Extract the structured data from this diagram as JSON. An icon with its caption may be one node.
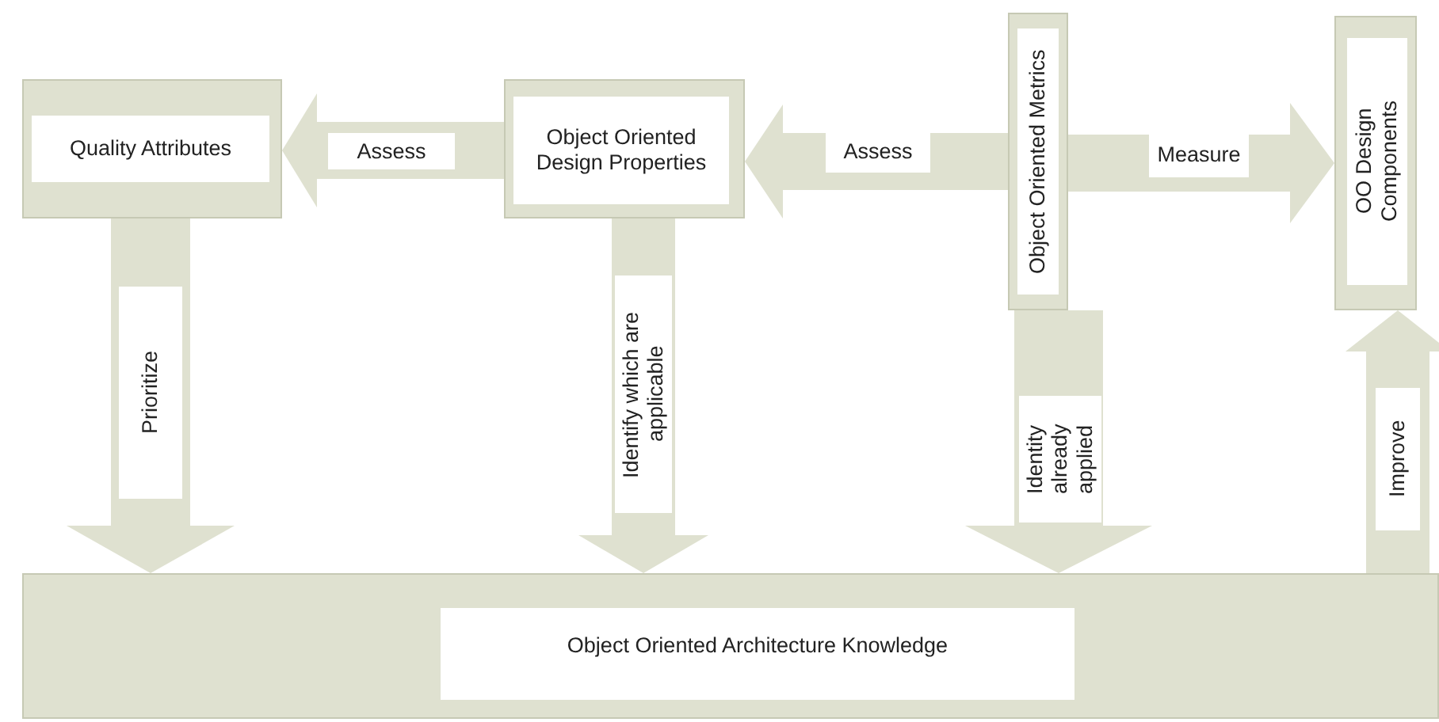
{
  "diagram": {
    "nodes": [
      {
        "text": [
          "Quality Attributes"
        ]
      },
      {
        "text": [
          "Object Oriented Design Properties"
        ]
      },
      {
        "text": [
          "Object Oriented Metrics"
        ]
      },
      {
        "text": [
          "OO Design Components"
        ]
      },
      {
        "text": [
          "Object Oriented Architecture Knowledge"
        ]
      }
    ],
    "edges": [
      {
        "from": 1,
        "to": 0,
        "arrow": "to",
        "label": "Assess"
      },
      {
        "from": 2,
        "to": 1,
        "arrow": "to",
        "label": "Assess"
      },
      {
        "from": 2,
        "to": 3,
        "arrow": "to",
        "label": "Measure"
      },
      {
        "from": 0,
        "to": 4,
        "arrow": "to",
        "label": "Prioritize"
      },
      {
        "from": 1,
        "to": 4,
        "arrow": "to",
        "label": "Identify which are applicable"
      },
      {
        "from": 2,
        "to": 4,
        "arrow": "to",
        "label": "Identity already applied"
      },
      {
        "from": 4,
        "to": 3,
        "arrow": "to",
        "label": "Improve"
      }
    ]
  }
}
